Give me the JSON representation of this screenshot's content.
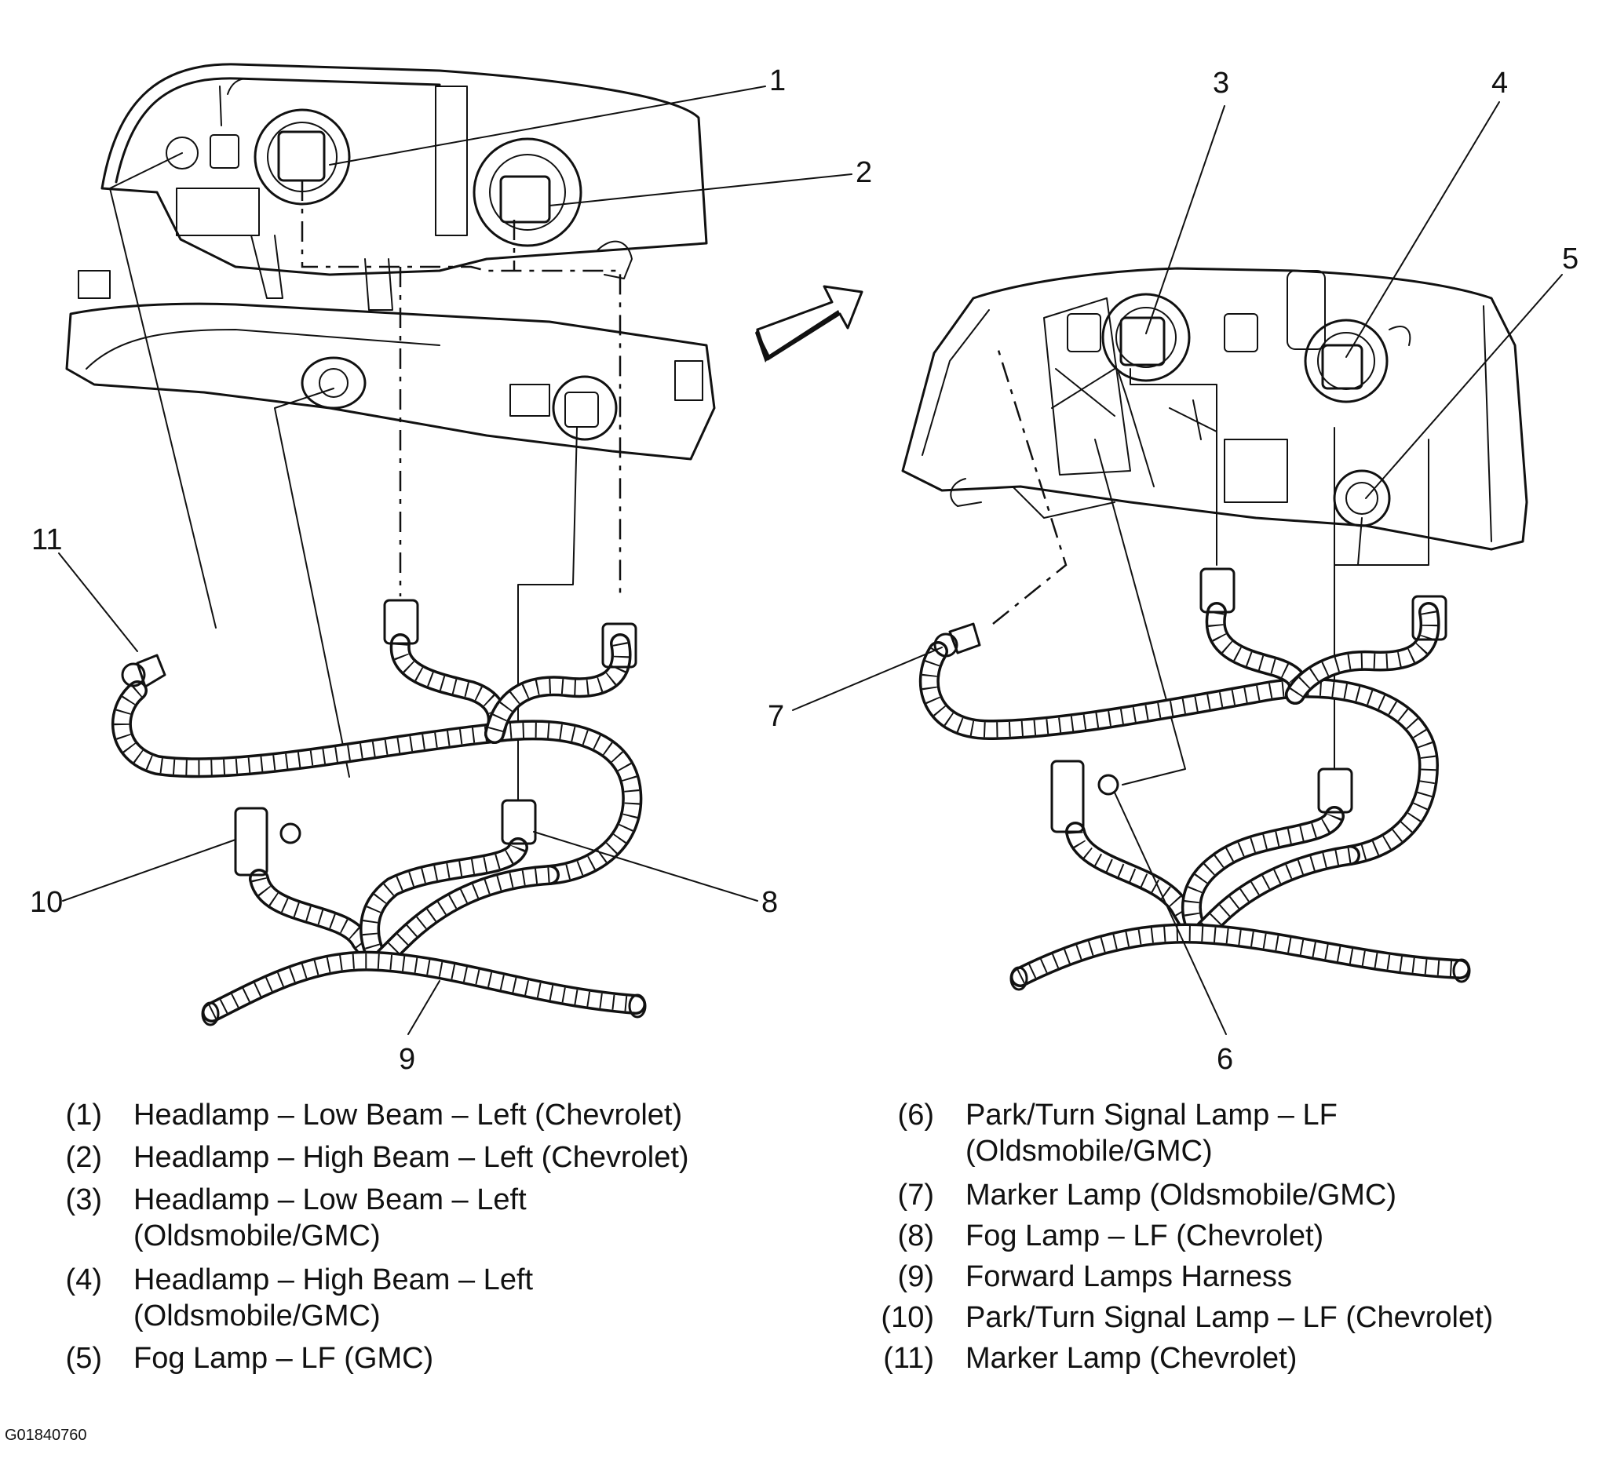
{
  "callouts": {
    "c1": "1",
    "c2": "2",
    "c3": "3",
    "c4": "4",
    "c5": "5",
    "c6": "6",
    "c7": "7",
    "c8": "8",
    "c9": "9",
    "c10": "10",
    "c11": "11"
  },
  "legend_left": [
    {
      "num": "(1)",
      "line1": "Headlamp – Low Beam – Left (Chevrolet)",
      "line2": ""
    },
    {
      "num": "(2)",
      "line1": "Headlamp – High Beam – Left (Chevrolet)",
      "line2": ""
    },
    {
      "num": "(3)",
      "line1": "Headlamp – Low Beam – Left",
      "line2": "(Oldsmobile/GMC)"
    },
    {
      "num": "(4)",
      "line1": "Headlamp – High Beam – Left",
      "line2": "(Oldsmobile/GMC)"
    },
    {
      "num": "(5)",
      "line1": "Fog Lamp – LF (GMC)",
      "line2": ""
    }
  ],
  "legend_right": [
    {
      "num": "(6)",
      "line1": "Park/Turn Signal Lamp – LF",
      "line2": "(Oldsmobile/GMC)"
    },
    {
      "num": "(7)",
      "line1": "Marker Lamp (Oldsmobile/GMC)",
      "line2": ""
    },
    {
      "num": "(8)",
      "line1": "Fog Lamp – LF (Chevrolet)",
      "line2": ""
    },
    {
      "num": "(9)",
      "line1": "Forward Lamps Harness",
      "line2": ""
    },
    {
      "num": "(10)",
      "line1": "Park/Turn Signal Lamp – LF (Chevrolet)",
      "line2": ""
    },
    {
      "num": "(11)",
      "line1": "Marker Lamp (Chevrolet)",
      "line2": ""
    }
  ],
  "figure_code": "G01840760"
}
